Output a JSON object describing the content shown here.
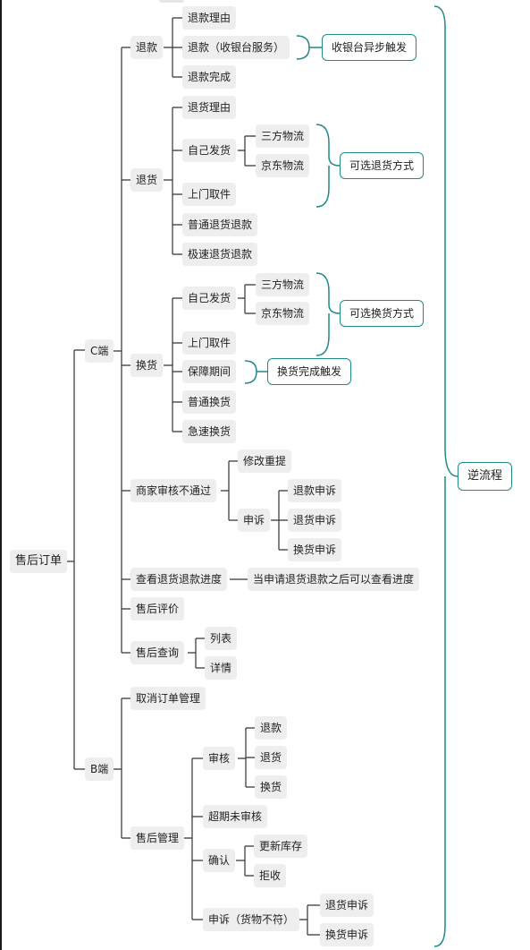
{
  "nodes": {
    "root": "售后订单",
    "c_end": "C端",
    "refund": "退款",
    "refund_reason": "退款理由",
    "refund_cashier": "退款（收银台服务）",
    "refund_done": "退款完成",
    "return": "退货",
    "return_reason": "退货理由",
    "return_self_ship": "自己发货",
    "return_third_party": "三方物流",
    "return_jd": "京东物流",
    "return_pickup": "上门取件",
    "return_normal": "普通退货退款",
    "return_fast": "极速退货退款",
    "exchange": "换货",
    "exchange_self_ship": "自己发货",
    "exchange_third_party": "三方物流",
    "exchange_jd": "京东物流",
    "exchange_pickup": "上门取件",
    "exchange_warranty": "保障期间",
    "exchange_normal": "普通换货",
    "exchange_urgent": "急速换货",
    "merchant_reject": "商家审核不通过",
    "modify_resubmit": "修改重提",
    "appeal": "申诉",
    "appeal_refund": "退款申诉",
    "appeal_return": "退货申诉",
    "appeal_exchange": "换货申诉",
    "view_progress": "查看退货退款进度",
    "view_progress_note": "当申请退货退款之后可以查看进度",
    "review": "售后评价",
    "query": "售后查询",
    "query_list": "列表",
    "query_detail": "详情",
    "b_end": "B端",
    "cancel_order_mgmt": "取消订单管理",
    "aftersale_mgmt": "售后管理",
    "audit": "审核",
    "audit_refund": "退款",
    "audit_return": "退货",
    "audit_exchange": "换货",
    "overdue_unaudited": "超期未审核",
    "confirm": "确认",
    "update_stock": "更新库存",
    "reject": "拒收",
    "appeal_goods_mismatch": "申诉（货物不符）",
    "b_appeal_return": "退货申诉",
    "b_appeal_exchange": "换货申诉"
  },
  "summaries": {
    "cashier_async": "收银台异步触发",
    "return_method": "可选退货方式",
    "exchange_method": "可选换货方式",
    "exchange_complete": "换货完成触发",
    "reverse_flow": "逆流程"
  },
  "colors": {
    "line": "#333333",
    "summary_border": "#1f8a86",
    "node_bg": "#eeeeee"
  }
}
